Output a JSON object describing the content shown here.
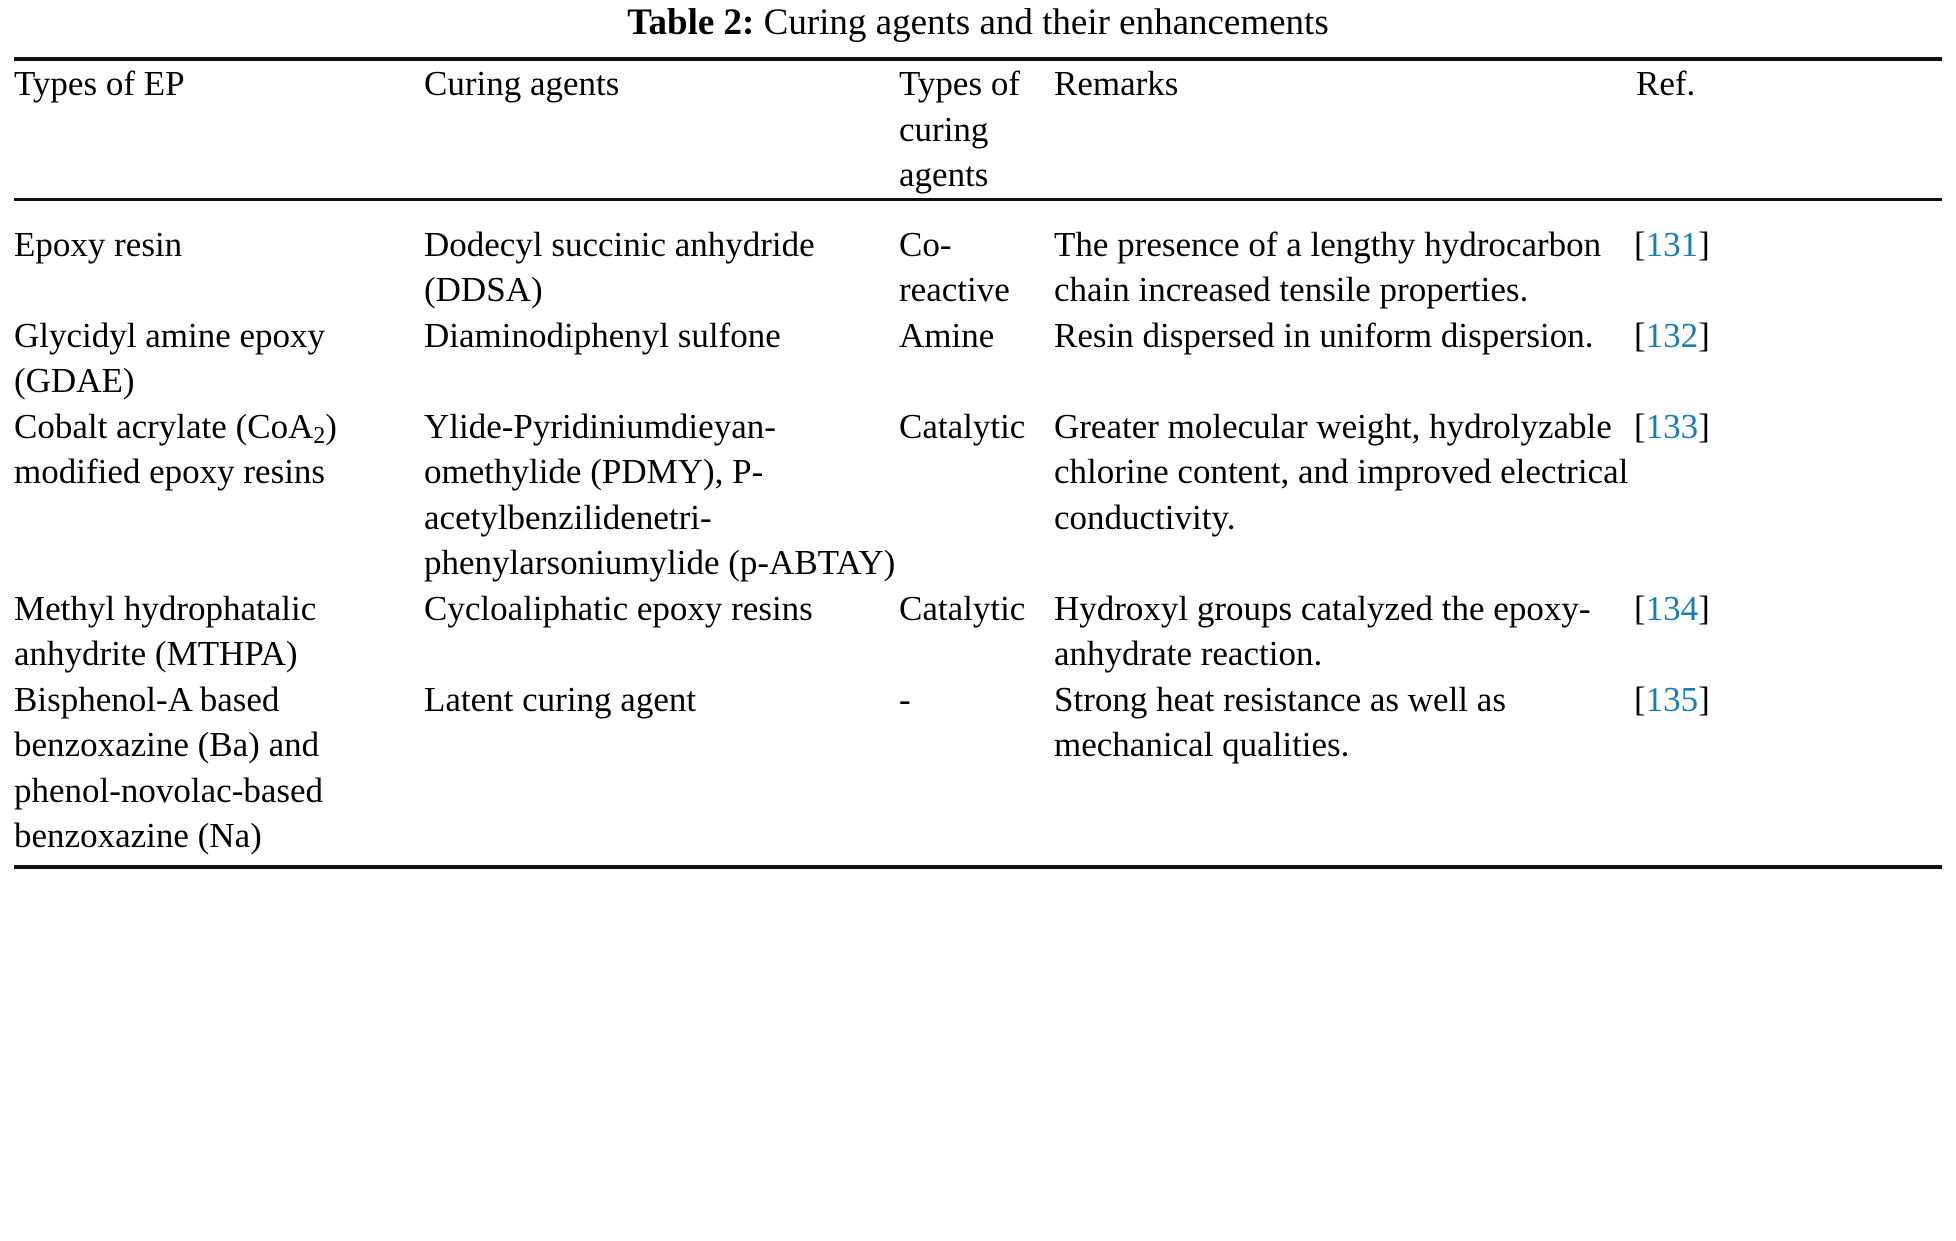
{
  "caption": {
    "label": "Table 2:",
    "text": "Curing agents and their enhancements"
  },
  "colors": {
    "reference_link": "#1a7cb8",
    "rule": "#111111",
    "text": "#000000",
    "background": "#ffffff"
  },
  "table": {
    "headers": {
      "types_of_ep": "Types of EP",
      "curing_agents": "Curing agents",
      "types_of_curing_agents": "Types of curing agents",
      "remarks": "Remarks",
      "ref": "Ref."
    },
    "rows": [
      {
        "types_of_ep": "Epoxy resin",
        "curing_agents": "Dodecyl succinic anhydride (DDSA)",
        "types_of_curing_agents": "Co-reactive",
        "remarks": "The presence of a lengthy hydrocarbon chain increased tensile properties.",
        "ref": "131"
      },
      {
        "types_of_ep": "Glycidyl amine epoxy (GDAE)",
        "curing_agents": "Diaminodiphenyl sulfone",
        "types_of_curing_agents": "Amine",
        "remarks": "Resin dispersed in uniform dispersion.",
        "ref": "132"
      },
      {
        "types_of_ep_pre": "Cobalt acrylate (CoA",
        "types_of_ep_sub": "2",
        "types_of_ep_post": ") modified epoxy resins",
        "types_of_ep": "Cobalt acrylate (CoA2) modified epoxy resins",
        "curing_agents": "Ylide-Pyridiniumdieyan-omethylide (PDMY), P-acetylbenzilidenetri-phenylarsoniumylide (p-ABTAY)",
        "types_of_curing_agents": "Catalytic",
        "remarks": "Greater molecular weight, hydrolyzable chlorine content, and improved electrical conductivity.",
        "ref": "133"
      },
      {
        "types_of_ep": "Methyl hydrophatalic anhydrite (MTHPA)",
        "curing_agents": "Cycloaliphatic epoxy resins",
        "types_of_curing_agents": "Catalytic",
        "remarks": "Hydroxyl groups catalyzed the epoxy-anhydrate reaction.",
        "ref": "134"
      },
      {
        "types_of_ep": "Bisphenol-A based benzoxazine (Ba) and phenol-novolac-based benzoxazine (Na)",
        "curing_agents": "Latent curing agent",
        "types_of_curing_agents": "-",
        "remarks": "Strong heat resistance as well as mechanical qualities.",
        "ref": "135"
      }
    ]
  }
}
